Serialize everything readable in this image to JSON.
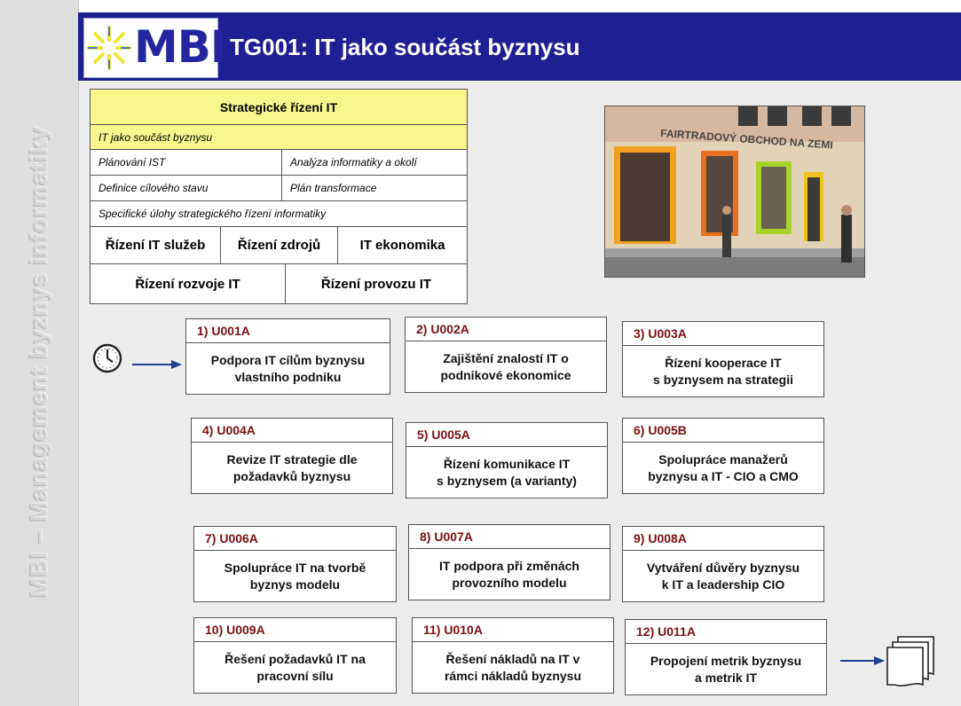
{
  "sidebar": {
    "vertical_text": "MBI – Management byznys informatiky"
  },
  "header": {
    "logo_text": "MBI",
    "title": "TG001: IT jako součást byznysu"
  },
  "strategic_table": {
    "title": "Strategické řízení IT",
    "subtitle": "IT jako součást byznysu",
    "row3_left": "Plánování IST",
    "row3_right": "Analýza informatiky a okolí",
    "row4_left": "Definice cílového stavu",
    "row4_right": "Plán transformace",
    "row5": "Specifické úlohy strategického řízení informatiky",
    "row6": [
      "Řízení IT služeb",
      "Řízení  zdrojů",
      "IT ekonomika"
    ],
    "row7": [
      "Řízení rozvoje IT",
      "Řízení provozu IT"
    ]
  },
  "tasks": [
    {
      "code": "1)  U001A",
      "text": "Podpora IT cílům byznysu\nvlastního podniku"
    },
    {
      "code": "2)  U002A",
      "text": "Zajištění znalostí IT o\npodnikové ekonomice"
    },
    {
      "code": "3)  U003A",
      "text": "Řízení kooperace IT\ns byznysem na strategii"
    },
    {
      "code": "4)  U004A",
      "text": "Revize IT strategie dle\npožadavků byznysu"
    },
    {
      "code": "5)  U005A",
      "text": "Řízení komunikace IT\ns byznysem  (a varianty)"
    },
    {
      "code": "6)  U005B",
      "text": "Spolupráce manažerů\nbyznysu  a IT - CIO a CMO"
    },
    {
      "code": "7)  U006A",
      "text": "Spolupráce IT na  tvorbě\nbyznys modelu"
    },
    {
      "code": "8)  U007A",
      "text": "IT podpora při změnách\nprovozního modelu"
    },
    {
      "code": "9)  U008A",
      "text": "Vytváření důvěry byznysu\nk IT a leadership CIO"
    },
    {
      "code": "10)  U009A",
      "text": "Řešení požadavků IT na\npracovní sílu"
    },
    {
      "code": "11)  U010A",
      "text": "Řešení nákladů na IT v\nrámci nákladů byznysu"
    },
    {
      "code": "12)  U011A",
      "text": "Propojení metrik byznysu\na metrik IT"
    }
  ],
  "photo": {
    "sign_text": "FAIRTRADOVÝ OBCHOD NA ZEMI"
  },
  "icons": {
    "start": "clock-icon",
    "end": "documents-icon",
    "arrows": "arrow-right-icon"
  },
  "colors": {
    "header_bg": "#1f1f94",
    "table_title_bg": "#f7f78c",
    "task_code": "#7a1010",
    "background": "#ececec"
  }
}
